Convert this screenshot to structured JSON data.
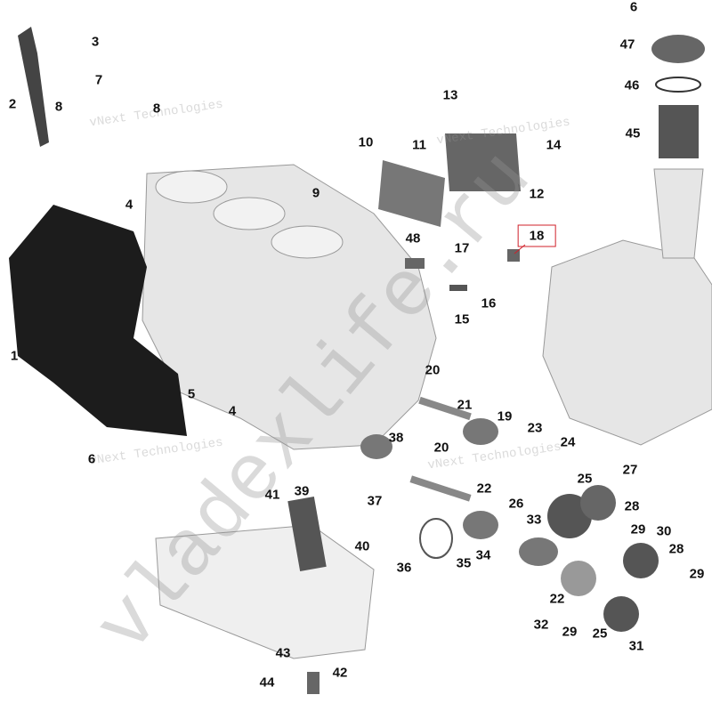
{
  "diagram": {
    "type": "exploded parts diagram",
    "highlighted_callout": "18",
    "highlight_color": "#d0202a",
    "watermarks": [
      "vNext Technologies",
      "vladexlife.ru"
    ],
    "callouts": [
      "3",
      "2",
      "7",
      "8",
      "8",
      "4",
      "1",
      "5",
      "4",
      "6",
      "13",
      "14",
      "10",
      "11",
      "12",
      "9",
      "48",
      "17",
      "18",
      "16",
      "15",
      "20",
      "21",
      "19",
      "23",
      "24",
      "38",
      "20",
      "22",
      "25",
      "27",
      "39",
      "37",
      "26",
      "33",
      "28",
      "41",
      "40",
      "36",
      "35",
      "34",
      "29",
      "30",
      "28",
      "29",
      "22",
      "32",
      "29",
      "25",
      "31",
      "6",
      "47",
      "46",
      "45",
      "43",
      "42",
      "44"
    ]
  }
}
